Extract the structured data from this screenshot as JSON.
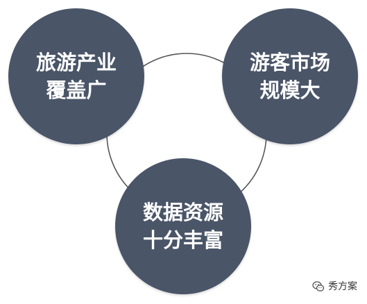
{
  "diagram": {
    "nodes": [
      {
        "line1": "旅游产业",
        "line2": "覆盖广"
      },
      {
        "line1": "游客市场",
        "line2": "规模大"
      },
      {
        "line1": "数据资源",
        "line2": "十分丰富"
      }
    ],
    "colors": {
      "node_fill": "#4a5568",
      "node_text": "#ffffff",
      "ring_stroke": "#555555"
    }
  },
  "watermark": {
    "icon": "wechat-icon",
    "text": "秀方案"
  }
}
